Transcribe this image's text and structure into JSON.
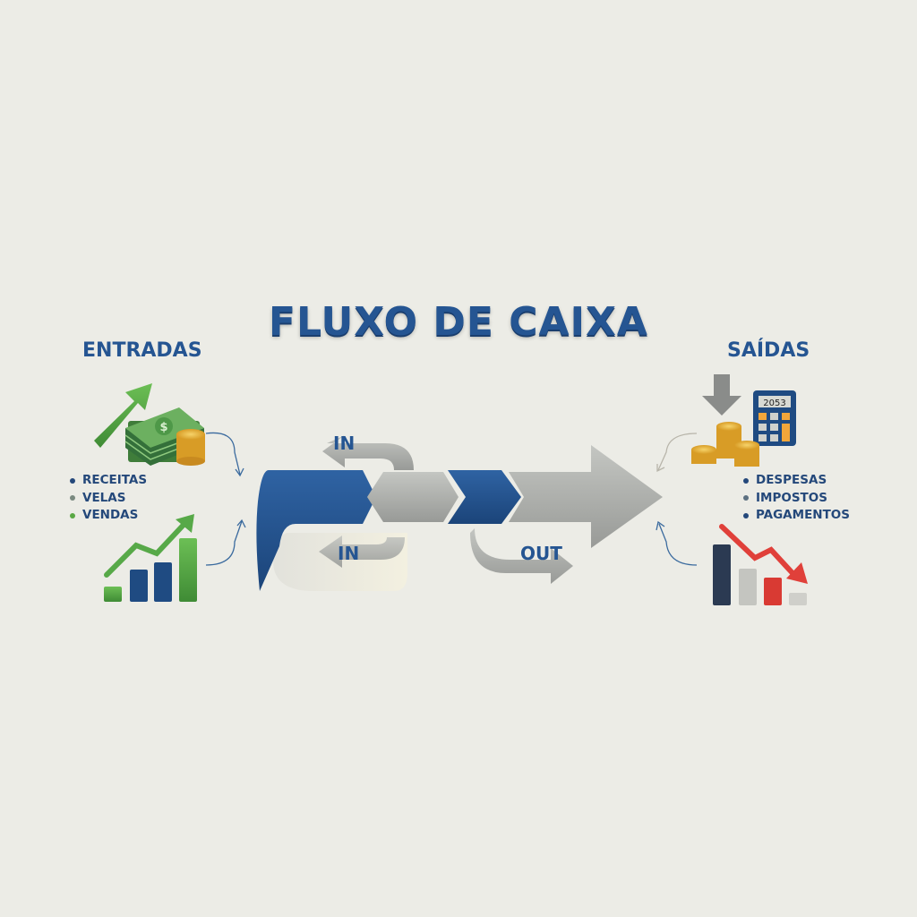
{
  "title": "FLUXO DE CAIXA",
  "entradas": {
    "heading": "ENTRADAS",
    "items": [
      {
        "label": "RECEITAS",
        "color": "#24487a"
      },
      {
        "label": "VELAS",
        "color": "#7a8a80"
      },
      {
        "label": "VENDAS",
        "color": "#5aa845"
      }
    ]
  },
  "saidas": {
    "heading": "SAÍDAS",
    "items": [
      {
        "label": "DESPESAS",
        "color": "#24487a"
      },
      {
        "label": "IMPOSTOS",
        "color": "#5c7080"
      },
      {
        "label": "PAGAMENTOS",
        "color": "#24487a"
      }
    ],
    "calculator_display": "2053"
  },
  "flow": {
    "in_top": "IN",
    "in_bottom": "IN",
    "out": "OUT"
  },
  "colors": {
    "blue": "#255592",
    "green": "#5aa845",
    "gray": "#a9aba7",
    "red": "#e0403a",
    "gold": "#e8b23a"
  }
}
